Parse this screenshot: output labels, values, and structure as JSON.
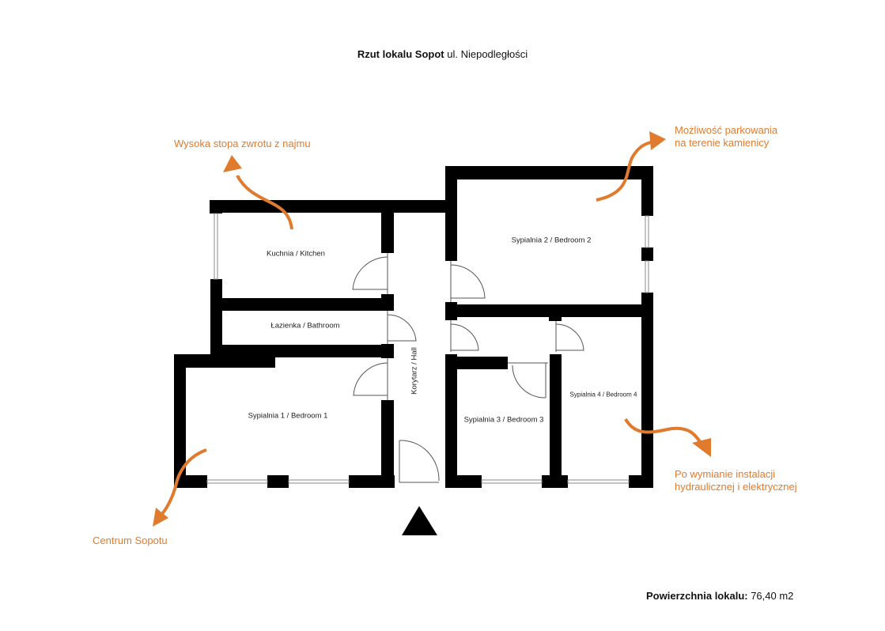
{
  "title": {
    "bold": "Rzut lokalu Sopot",
    "rest": " ul. Niepodległości"
  },
  "rooms": {
    "kitchen": "Kuchnia / Kitchen",
    "bathroom": "Łazienka / Bathroom",
    "bedroom1": "Sypialnia 1 / Bedroom 1",
    "bedroom2": "Sypialnia 2 / Bedroom 2",
    "bedroom3": "Sypialnia 3 / Bedroom 3",
    "bedroom4": "Sypialnia 4 / Bedroom 4",
    "hall": "Korytarz / Hall"
  },
  "notes": {
    "yield": "Wysoka stopa zwrotu z najmu",
    "parking_1": "Możliwość parkowania",
    "parking_2": "na terenie kamienicy",
    "center": "Centrum Sopotu",
    "install_1": "Po wymianie instalacji",
    "install_2": "hydraulicznej i elektrycznej"
  },
  "area": {
    "label": "Powierzchnia lokalu:",
    "value": " 76,40 m2"
  },
  "colors": {
    "accent": "#e07b2e",
    "wall": "#000000"
  }
}
